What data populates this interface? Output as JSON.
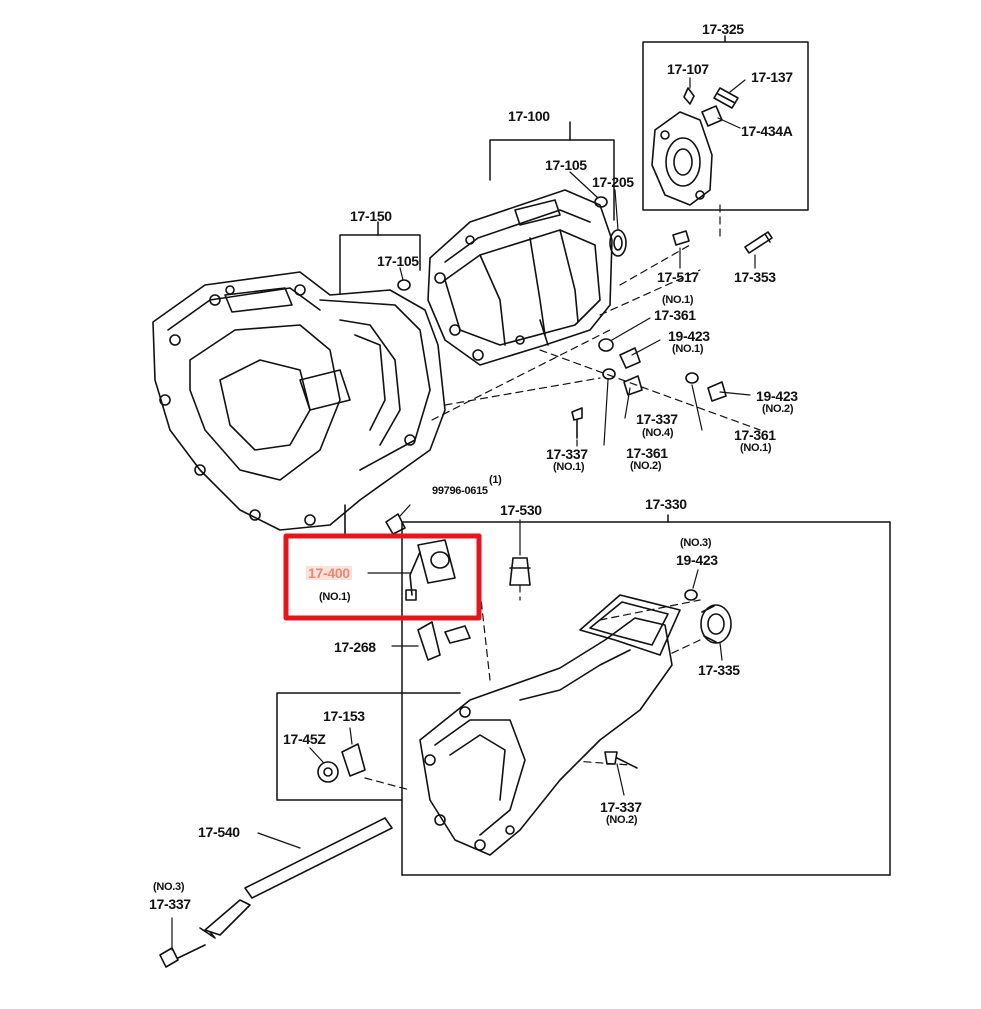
{
  "labels": {
    "l17325": "17-325",
    "l17107": "17-107",
    "l17137": "17-137",
    "l17434A": "17-434A",
    "l17100": "17-100",
    "l17105a": "17-105",
    "l17205": "17-205",
    "l17150": "17-150",
    "l17105b": "17-105",
    "l17517": "17-517",
    "l17353": "17-353",
    "no1a": "(NO.1)",
    "l17361a": "17-361",
    "l19423a": "19-423",
    "no1b": "(NO.1)",
    "l19423b": "19-423",
    "no2a": "(NO.2)",
    "l17337a": "17-337",
    "no4": "(NO.4)",
    "l17361b": "17-361",
    "no1c": "(NO.1)",
    "l17337b": "17-337",
    "no1d": "(NO.1)",
    "l17361c": "17-361",
    "no2b": "(NO.2)",
    "one": "(1)",
    "l99796": "99796-0615",
    "l17530": "17-530",
    "l17330": "17-330",
    "l17400": "17-400",
    "no1e": "(NO.1)",
    "no3a": "(NO.3)",
    "l19423c": "19-423",
    "l17268": "17-268",
    "l17335": "17-335",
    "l17153": "17-153",
    "l17452": "17-45Z",
    "l17337c": "17-337",
    "no2c": "(NO.2)",
    "l17540": "17-540",
    "no3b": "(NO.3)",
    "l17337d": "17-337"
  },
  "colors": {
    "highlight_box": "#e8141b",
    "highlight_label": "#e58a7a",
    "ink": "#111111"
  }
}
